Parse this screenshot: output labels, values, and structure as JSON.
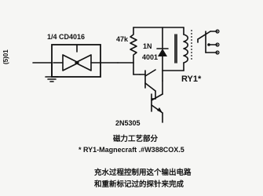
{
  "schematic": {
    "ic_label": "1/4 CD4016",
    "resistor_label": "47k",
    "diode_label_line1": "1N",
    "diode_label_line2": "4001",
    "relay_label": "RY1*",
    "transistor_label": "2N5305",
    "vertical_text": "(5)01"
  },
  "caption": {
    "heading": "磁力工艺部分",
    "part_note": "* RY1-Magnecraft .#W388COX.5",
    "line1": "充水过程控制用这个输出电路",
    "line2": "和重新标记过的探针来完成"
  }
}
